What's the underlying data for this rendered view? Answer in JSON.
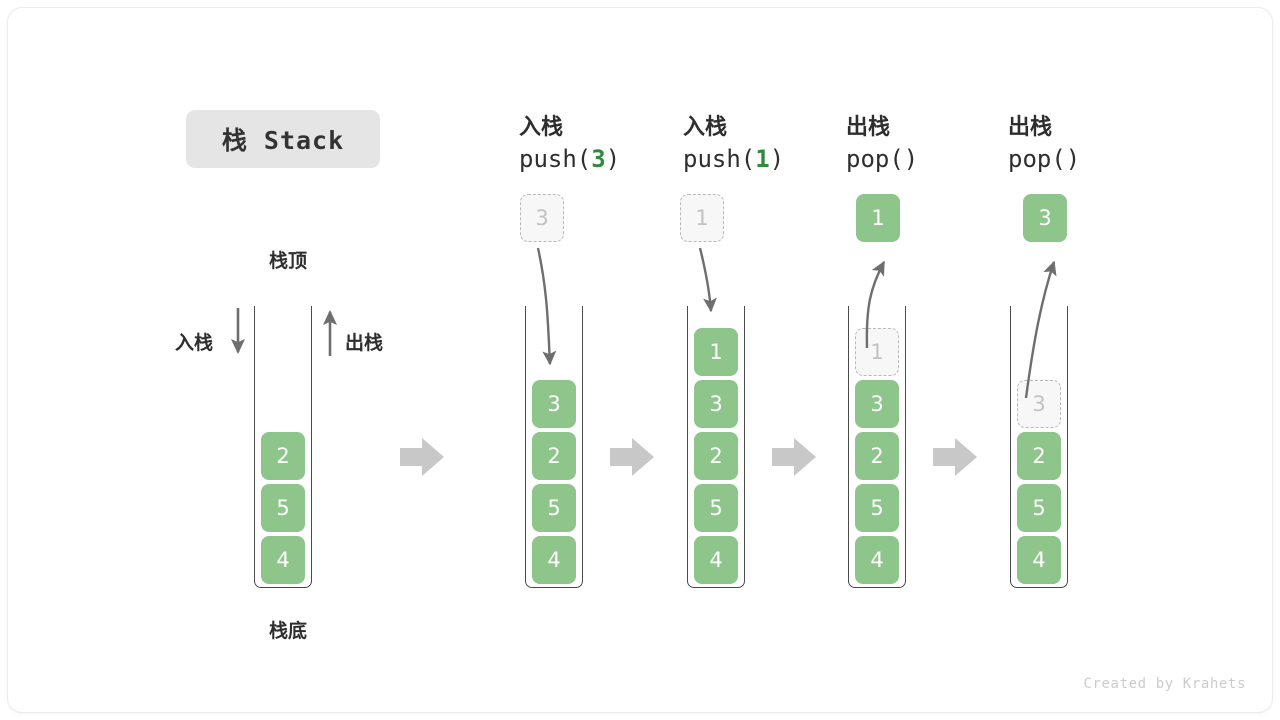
{
  "title": {
    "badge_label": "栈 Stack"
  },
  "legend": {
    "top_label": "栈顶",
    "bottom_label": "栈底",
    "push_label": "入栈",
    "pop_label": "出栈"
  },
  "footer": {
    "credit": "Created by Krahets"
  },
  "colors": {
    "element_green": "#8dc58a",
    "accent_green_text": "#2e8b3c",
    "ghost_border": "#b9b9b9",
    "ghost_text": "#c2c2c2",
    "stack_border": "#4a4a4a",
    "badge_bg": "#e5e5e5",
    "flow_arrow": "#c8c8c8",
    "curve_arrow": "#6e6e6e",
    "text_dark": "#2e2e2e"
  },
  "columns": [
    {
      "id": "initial",
      "head_cn": "",
      "head_code": "",
      "head_arg": "",
      "operation": "initial",
      "floating": null,
      "stack": [
        {
          "value": "2",
          "state": "filled"
        },
        {
          "value": "5",
          "state": "filled"
        },
        {
          "value": "4",
          "state": "filled"
        }
      ]
    },
    {
      "id": "push-3",
      "head_cn": "入栈",
      "head_code_prefix": "push(",
      "head_arg": "3",
      "head_code_suffix": ")",
      "operation": "push",
      "floating": {
        "value": "3",
        "state": "ghost"
      },
      "stack": [
        {
          "value": "3",
          "state": "filled"
        },
        {
          "value": "2",
          "state": "filled"
        },
        {
          "value": "5",
          "state": "filled"
        },
        {
          "value": "4",
          "state": "filled"
        }
      ]
    },
    {
      "id": "push-1",
      "head_cn": "入栈",
      "head_code_prefix": "push(",
      "head_arg": "1",
      "head_code_suffix": ")",
      "operation": "push",
      "floating": {
        "value": "1",
        "state": "ghost"
      },
      "stack": [
        {
          "value": "1",
          "state": "filled"
        },
        {
          "value": "3",
          "state": "filled"
        },
        {
          "value": "2",
          "state": "filled"
        },
        {
          "value": "5",
          "state": "filled"
        },
        {
          "value": "4",
          "state": "filled"
        }
      ]
    },
    {
      "id": "pop-1",
      "head_cn": "出栈",
      "head_code_prefix": "pop(",
      "head_arg": "",
      "head_code_suffix": ")",
      "operation": "pop",
      "floating": {
        "value": "1",
        "state": "filled"
      },
      "stack": [
        {
          "value": "1",
          "state": "ghost"
        },
        {
          "value": "3",
          "state": "filled"
        },
        {
          "value": "2",
          "state": "filled"
        },
        {
          "value": "5",
          "state": "filled"
        },
        {
          "value": "4",
          "state": "filled"
        }
      ]
    },
    {
      "id": "pop-2",
      "head_cn": "出栈",
      "head_code_prefix": "pop(",
      "head_arg": "",
      "head_code_suffix": ")",
      "operation": "pop",
      "floating": {
        "value": "3",
        "state": "filled"
      },
      "stack": [
        {
          "value": "3",
          "state": "ghost"
        },
        {
          "value": "2",
          "state": "filled"
        },
        {
          "value": "5",
          "state": "filled"
        },
        {
          "value": "4",
          "state": "filled"
        }
      ]
    }
  ]
}
